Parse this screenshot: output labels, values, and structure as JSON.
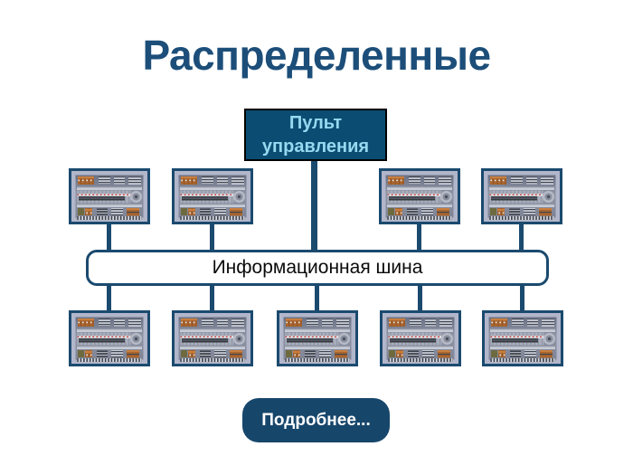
{
  "slide": {
    "title": "Распределенные"
  },
  "diagram": {
    "control_node": {
      "label": "Пульт управления",
      "line1": "Пульт",
      "line2": "управления"
    },
    "bus_label": "Информационная шина",
    "top_row_cabinets": 4,
    "bottom_row_cabinets": 5,
    "cabinet_icon": "electrical-control-cabinet"
  },
  "details_button": {
    "label": "Подробнее..."
  },
  "colors": {
    "title_text": "#1C4E79",
    "node_fill": "#0B4C72",
    "node_border": "#000000",
    "node_text": "#96D9F0",
    "bus_fill": "#FFFFFF",
    "bus_border": "#1B4A6F",
    "bus_text": "#0A0A0A",
    "connector": "#1B4A6F",
    "button_fill": "#17466B",
    "button_text": "#FFFFFF",
    "cabinet_frame": "#1B4A6F"
  }
}
